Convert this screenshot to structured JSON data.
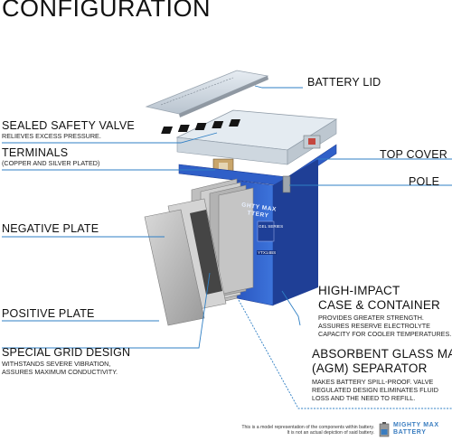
{
  "title": "CONFIGURATION",
  "labels": {
    "battery_lid": "BATTERY LID",
    "sealed_valve": "SEALED SAFETY VALVE",
    "sealed_valve_sub": "RELIEVES EXCESS PRESSURE.",
    "terminals": "TERMINALS",
    "terminals_sub": "(COPPER AND SILVER PLATED)",
    "top_cover": "TOP COVER",
    "pole": "POLE",
    "negative_plate": "NEGATIVE PLATE",
    "positive_plate": "POSITIVE PLATE",
    "grid_design": "SPECIAL GRID DESIGN",
    "grid_design_sub1": "WITHSTANDS SEVERE VIBRATION,",
    "grid_design_sub2": "ASSURES MAXIMUM CONDUCTIVITY.",
    "case_line1": "HIGH-IMPACT",
    "case_line2": "CASE & CONTAINER",
    "case_sub1": "PROVIDES GREATER STRENGTH.",
    "case_sub2": "ASSURES RESERVE ELECTROLYTE",
    "case_sub3": "CAPACITY FOR COOLER TEMPERATURES.",
    "agm_line1": "ABSORBENT GLASS MAT",
    "agm_line2": "(AGM) SEPARATOR",
    "agm_sub1": "MAKES BATTERY SPILL-PROOF. VALVE",
    "agm_sub2": "REGULATED DESIGN ELIMINATES FLUID",
    "agm_sub3": "LOSS AND THE NEED TO REFILL."
  },
  "battery_face": {
    "brand_line1": "GHTY MAX",
    "brand_line2": "TTERY",
    "series": "GEL SERIES",
    "model": "YTX14BS"
  },
  "disclaimer": {
    "line1": "This is a model representation of the components within battery.",
    "line2": "It is not an actual depiction of said battery."
  },
  "logo": {
    "line1": "MIGHTY MAX",
    "line2": "BATTERY"
  },
  "colors": {
    "leader": "#2f7fc4",
    "battery_blue": "#2f5fc8",
    "battery_dark": "#1f3f96",
    "plate": "#b9b9b9"
  }
}
